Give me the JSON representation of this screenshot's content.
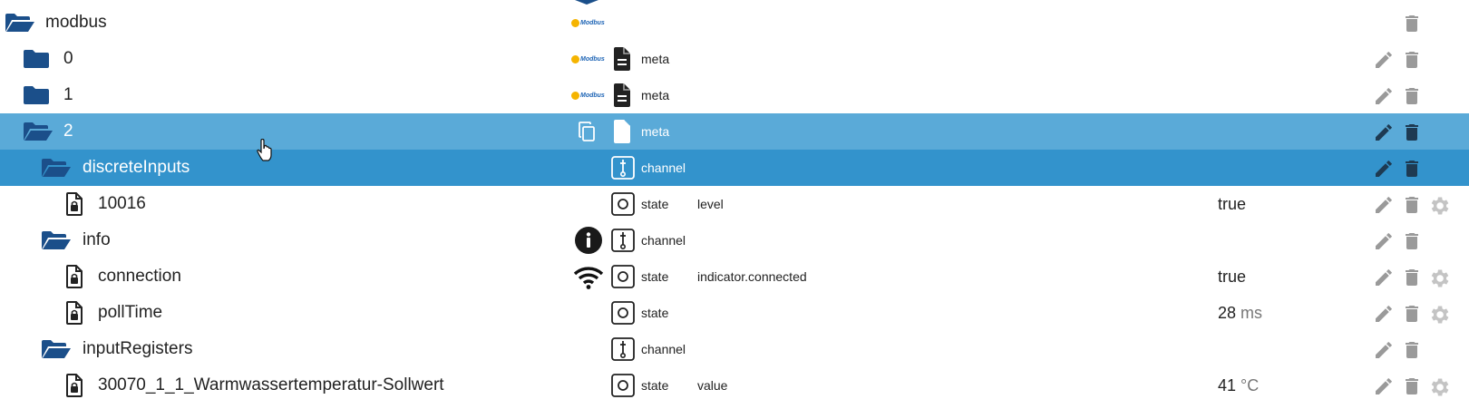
{
  "rows": [
    {
      "name": "modbus",
      "kind": "folder-open",
      "role": "",
      "type": "",
      "value": "",
      "unit": "",
      "logo": "Modbus"
    },
    {
      "name": "0",
      "kind": "folder",
      "role": "",
      "type": "meta",
      "value": "",
      "unit": "",
      "logo": "Modbus"
    },
    {
      "name": "1",
      "kind": "folder",
      "role": "",
      "type": "meta",
      "value": "",
      "unit": "",
      "logo": "Modbus"
    },
    {
      "name": "2",
      "kind": "folder-open",
      "role": "",
      "type": "meta",
      "value": "",
      "unit": "",
      "logo": ""
    },
    {
      "name": "discreteInputs",
      "kind": "folder-open",
      "role": "",
      "type": "channel",
      "value": "",
      "unit": "",
      "logo": ""
    },
    {
      "name": "10016",
      "kind": "state",
      "role": "level",
      "type": "state",
      "value": "true",
      "unit": "",
      "logo": ""
    },
    {
      "name": "info",
      "kind": "folder-open",
      "role": "",
      "type": "channel",
      "value": "",
      "unit": "",
      "logo": ""
    },
    {
      "name": "connection",
      "kind": "state",
      "role": "indicator.connected",
      "type": "state",
      "value": "true",
      "unit": "",
      "logo": ""
    },
    {
      "name": "pollTime",
      "kind": "state",
      "role": "",
      "type": "state",
      "value": "28",
      "unit": "ms",
      "logo": ""
    },
    {
      "name": "inputRegisters",
      "kind": "folder-open",
      "role": "",
      "type": "channel",
      "value": "",
      "unit": "",
      "logo": ""
    },
    {
      "name": "30070_1_1_Warmwassertemperatur-Sollwert",
      "kind": "state",
      "role": "value",
      "type": "state",
      "value": "41",
      "unit": "°C",
      "logo": ""
    }
  ],
  "colors": {
    "selected_row": "#5aaad8",
    "selected_row_dark": "#3393cc",
    "folder": "#1b4f8a",
    "action_icon": "#9a9a9a"
  }
}
